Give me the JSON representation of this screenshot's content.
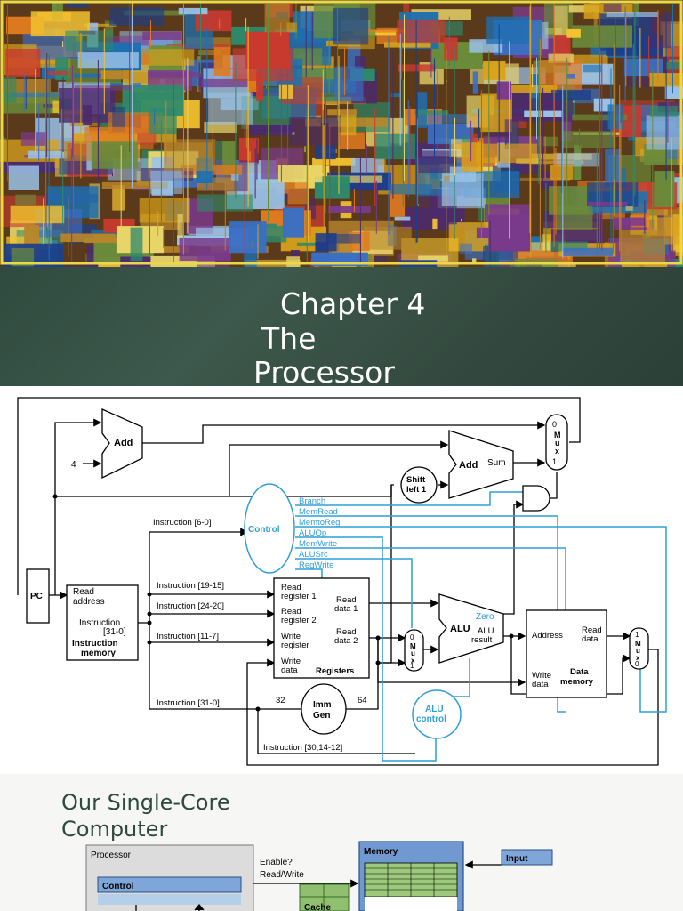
{
  "title": {
    "line1": "Chapter 4",
    "line2": "The",
    "line3": "Processor"
  },
  "datapath": {
    "add_top": "Add",
    "const_four": "4",
    "pc": "PC",
    "imem_read": "Read",
    "imem_address": "address",
    "imem_instruction": "Instruction",
    "imem_bits": "[31-0]",
    "imem_title1": "Instruction",
    "imem_title2": "memory",
    "instr_6_0": "Instruction [6-0]",
    "instr_19_15": "Instruction [19-15]",
    "instr_24_20": "Instruction [24-20]",
    "instr_11_7": "Instruction [11-7]",
    "instr_31_0": "Instruction [31-0]",
    "instr_30_14_12": "Instruction [30,14-12]",
    "control": "Control",
    "signals": [
      "Branch",
      "MemRead",
      "MemtoReg",
      "ALUOp",
      "MemWrite",
      "ALUSrc",
      "RegWrite"
    ],
    "reg_read1a": "Read",
    "reg_read1b": "register 1",
    "reg_read2a": "Read",
    "reg_read2b": "register 2",
    "reg_write_a": "Write",
    "reg_write_b": "register",
    "reg_wdata_a": "Write",
    "reg_wdata_b": "data",
    "reg_rd1a": "Read",
    "reg_rd1b": "data 1",
    "reg_rd2a": "Read",
    "reg_rd2b": "data 2",
    "registers": "Registers",
    "imm_gen_a": "Imm",
    "imm_gen_b": "Gen",
    "width_32": "32",
    "width_64": "64",
    "shift_a": "Shift",
    "shift_b": "left 1",
    "add_branch": "Add",
    "sum": "Sum",
    "alu": "ALU",
    "zero": "Zero",
    "alu_result_a": "ALU",
    "alu_result_b": "result",
    "alu_control_a": "ALU",
    "alu_control_b": "control",
    "mux": "Mux",
    "mux_0": "0",
    "mux_1": "1",
    "dmem_address": "Address",
    "dmem_read_a": "Read",
    "dmem_read_b": "data",
    "dmem_write_a": "Write",
    "dmem_write_b": "data",
    "dmem_title1": "Data",
    "dmem_title2": "memory"
  },
  "section": {
    "heading": "Our Single-Core Computer",
    "processor": "Processor",
    "control": "Control",
    "enable": "Enable?",
    "read_write": "Read/Write",
    "memory": "Memory",
    "input": "Input",
    "cache": "Cache"
  },
  "colors": {
    "control_blue": "#2f9fd8",
    "title_band": "#3a5448",
    "heading_text": "#2e4a40"
  }
}
